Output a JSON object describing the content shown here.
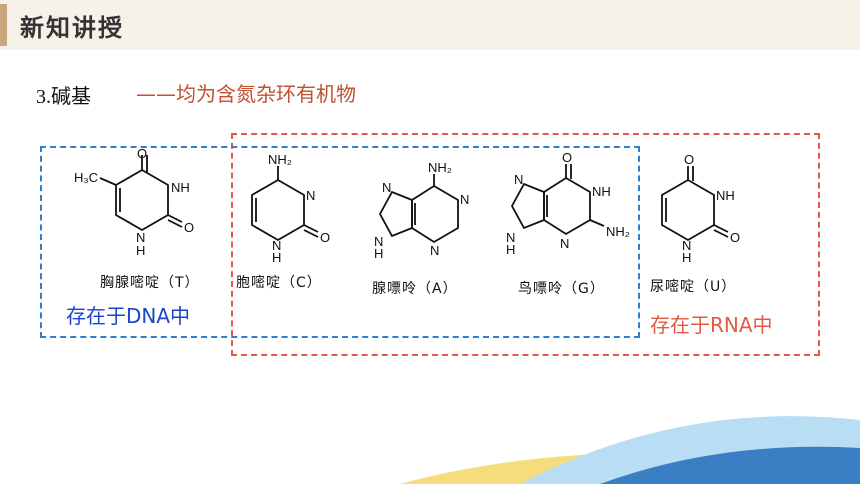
{
  "header": {
    "title": "新知讲授"
  },
  "section": {
    "title": "3.碱基",
    "subtitle": "——均为含氮杂环有机物"
  },
  "molecules": [
    {
      "name": "胸腺嘧啶（T）",
      "atoms": [
        "O",
        "H₃C",
        "NH",
        "N",
        "H",
        "O"
      ]
    },
    {
      "name": "胞嘧啶（C）",
      "atoms": [
        "NH₂",
        "N",
        "N",
        "H",
        "O"
      ]
    },
    {
      "name": "腺嘌呤（A）",
      "atoms": [
        "NH₂",
        "N",
        "N",
        "N",
        "N",
        "H"
      ]
    },
    {
      "name": "鸟嘌呤（G）",
      "atoms": [
        "O",
        "N",
        "NH",
        "N",
        "N",
        "H",
        "NH₂"
      ]
    },
    {
      "name": "尿嘧啶（U）",
      "atoms": [
        "O",
        "NH",
        "N",
        "H",
        "O"
      ]
    }
  ],
  "groups": {
    "dna_label": "存在于DNA中",
    "rna_label": "存在于RNA中"
  },
  "colors": {
    "accent": "#c9a77c",
    "dna": "#2f7fd0",
    "rna": "#e25a43",
    "subtitle": "#c0502f"
  }
}
